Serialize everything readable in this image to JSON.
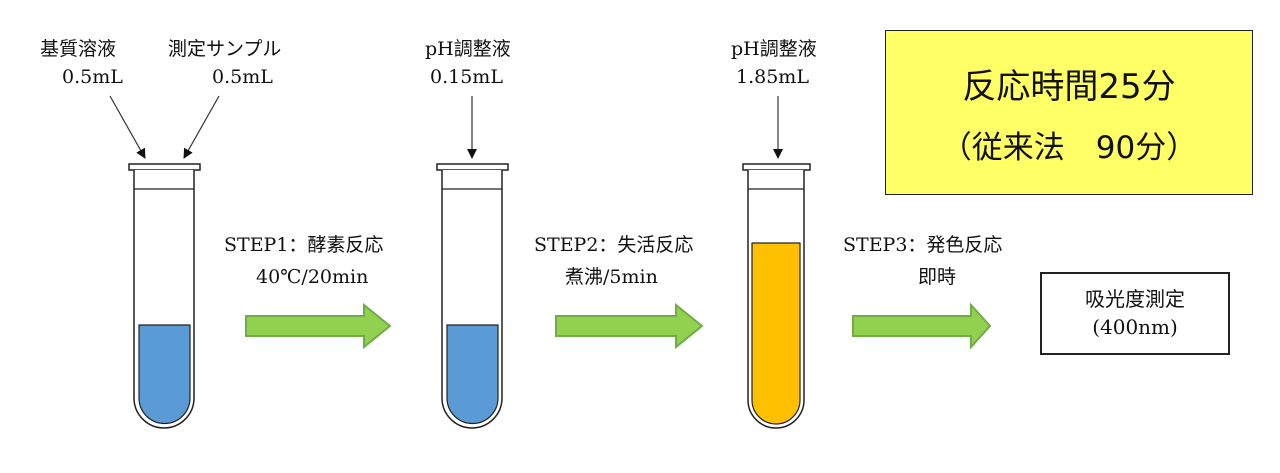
{
  "colors": {
    "blue_liquid": "#5B9BD5",
    "orange_liquid": "#FFC000",
    "arrow_fill": "#92D050",
    "arrow_stroke": "#70AD47",
    "note_bg": "#FFFF66"
  },
  "tube1": {
    "reagent_a": {
      "name": "基質溶液",
      "volume": "0.5mL"
    },
    "reagent_b": {
      "name": "測定サンプル",
      "volume": "0.5mL"
    }
  },
  "tube2": {
    "reagent": {
      "name": "pH調整液",
      "volume": "0.15mL"
    }
  },
  "tube3": {
    "reagent": {
      "name": "pH調整液",
      "volume": "1.85mL"
    }
  },
  "steps": [
    {
      "title": "STEP1：酵素反応",
      "detail": "40℃/20min"
    },
    {
      "title": "STEP2：失活反応",
      "detail": "煮沸/5min"
    },
    {
      "title": "STEP3：発色反応",
      "detail": "即時"
    }
  ],
  "result": {
    "label": "吸光度測定",
    "wavelength": "(400nm)"
  },
  "note": {
    "line1": "反応時間25分",
    "line2": "（従来法　90分）"
  }
}
